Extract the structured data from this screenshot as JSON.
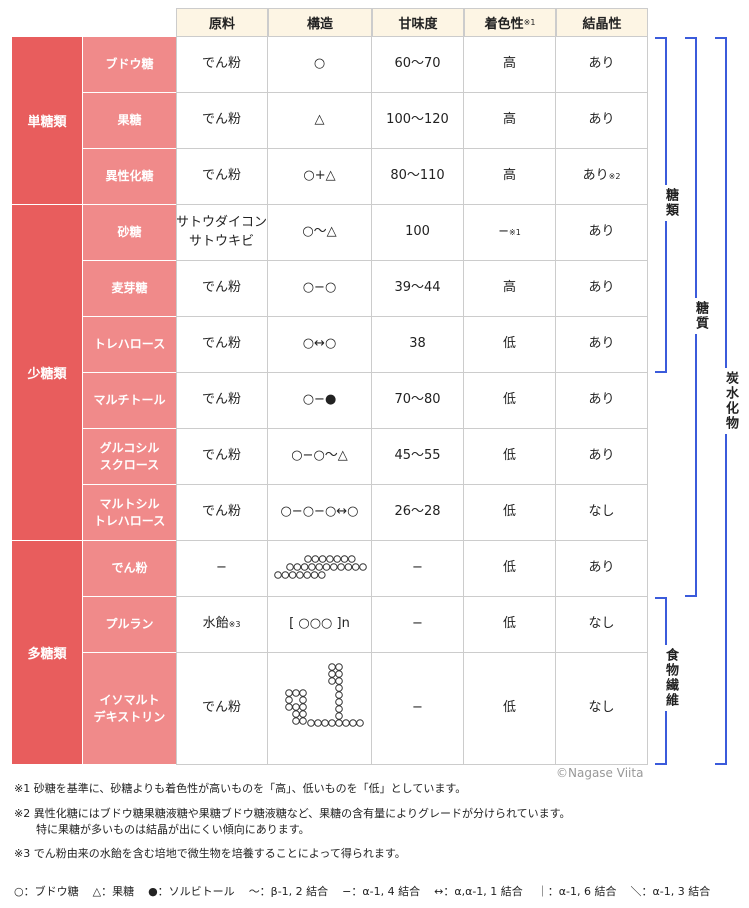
{
  "headers": {
    "material": "原料",
    "structure": "構造",
    "sweetness": "甘味度",
    "coloring": "着色性",
    "coloring_note": "※1",
    "crystal": "結晶性"
  },
  "categories": [
    "単糖類",
    "少糖類",
    "多糖類"
  ],
  "rows": [
    {
      "name": "ブドウ糖",
      "material": "でん粉",
      "structure": "○",
      "sweetness": "60〜70",
      "coloring": "高",
      "coloring_note": "",
      "crystal": "あり",
      "crystal_note": ""
    },
    {
      "name": "果糖",
      "material": "でん粉",
      "structure": "△",
      "sweetness": "100〜120",
      "coloring": "高",
      "coloring_note": "",
      "crystal": "あり",
      "crystal_note": ""
    },
    {
      "name": "異性化糖",
      "material": "でん粉",
      "structure": "○+△",
      "sweetness": "80〜110",
      "coloring": "高",
      "coloring_note": "",
      "crystal": "あり",
      "crystal_note": "※2"
    },
    {
      "name": "砂糖",
      "material": "サトウダイコン\nサトウキビ",
      "structure": "○〜△",
      "sweetness": "100",
      "coloring": "−",
      "coloring_note": "※1",
      "crystal": "あり",
      "crystal_note": ""
    },
    {
      "name": "麦芽糖",
      "material": "でん粉",
      "structure": "○−○",
      "sweetness": "39〜44",
      "coloring": "高",
      "coloring_note": "",
      "crystal": "あり",
      "crystal_note": ""
    },
    {
      "name": "トレハロース",
      "material": "でん粉",
      "structure": "○↔○",
      "sweetness": "38",
      "coloring": "低",
      "coloring_note": "",
      "crystal": "あり",
      "crystal_note": ""
    },
    {
      "name": "マルチトール",
      "material": "でん粉",
      "structure": "○−●",
      "sweetness": "70〜80",
      "coloring": "低",
      "coloring_note": "",
      "crystal": "あり",
      "crystal_note": ""
    },
    {
      "name": "グルコシル\nスクロース",
      "material": "でん粉",
      "structure": "○−○〜△",
      "sweetness": "45〜55",
      "coloring": "低",
      "coloring_note": "",
      "crystal": "あり",
      "crystal_note": ""
    },
    {
      "name": "マルトシル\nトレハロース",
      "material": "でん粉",
      "structure": "○−○−○↔○",
      "sweetness": "26〜28",
      "coloring": "低",
      "coloring_note": "",
      "crystal": "なし",
      "crystal_note": ""
    },
    {
      "name": "でん粉",
      "material": "−",
      "structure": "",
      "sweetness": "−",
      "coloring": "低",
      "coloring_note": "",
      "crystal": "あり",
      "crystal_note": ""
    },
    {
      "name": "プルラン",
      "material": "水飴",
      "material_note": "※3",
      "structure": "[ ○○○ ]n",
      "sweetness": "−",
      "coloring": "低",
      "coloring_note": "",
      "crystal": "なし",
      "crystal_note": ""
    },
    {
      "name": "イソマルト\nデキストリン",
      "material": "でん粉",
      "structure": "",
      "sweetness": "−",
      "coloring": "低",
      "coloring_note": "",
      "crystal": "なし",
      "crystal_note": ""
    }
  ],
  "brackets": {
    "sugars": "糖類",
    "saccharides": "糖質",
    "fiber": "食物繊維",
    "carbs": "炭水化物"
  },
  "copyright": "©Nagase Viita",
  "notes": [
    "※1 砂糖を基準に、砂糖よりも着色性が高いものを「高」、低いものを「低」としています。",
    "※2 異性化糖にはブドウ糖果糖液糖や果糖ブドウ糖液糖など、果糖の含有量によりグレードが分けられています。",
    "特に果糖が多いものは結晶が出にくい傾向にあります。",
    "※3 でん粉由来の水飴を含む培地で微生物を培養することによって得られます。"
  ],
  "legend": [
    "○：ブドウ糖",
    "△：果糖",
    "●：ソルビトール",
    "〜：β-1, 2 結合",
    "−：α-1, 4 結合",
    "↔：α,α-1, 1 結合",
    "｜：α-1, 6 結合",
    "＼：α-1, 3 結合"
  ],
  "colors": {
    "category": "#e85d5d",
    "subcategory": "#f08a8a",
    "header": "#fdf5e4",
    "bracket": "#3b5bdb"
  }
}
